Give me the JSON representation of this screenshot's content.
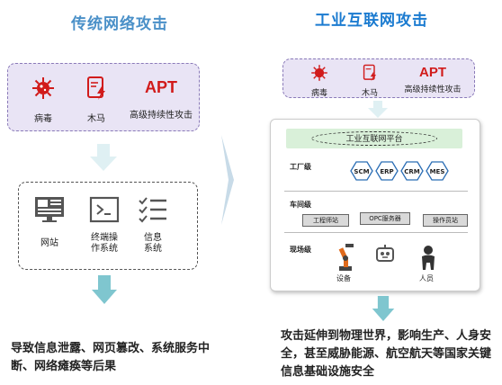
{
  "left": {
    "title": "传统网络攻击",
    "threats": [
      {
        "icon": "virus-icon",
        "label": "病毒"
      },
      {
        "icon": "trojan-icon",
        "label": "木马"
      },
      {
        "icon": "apt-text",
        "text": "APT",
        "label": "高级持续性攻击"
      }
    ],
    "systems": [
      {
        "icon": "website-icon",
        "label": "网站"
      },
      {
        "icon": "terminal-icon",
        "label": "终端操\n作系统"
      },
      {
        "icon": "info-system-icon",
        "label": "信息\n系统"
      }
    ],
    "result": "导致信息泄露、网页篡改、系统服务中断、网络瘫痪等后果"
  },
  "right": {
    "title": "工业互联网攻击",
    "threats": [
      {
        "icon": "virus-icon",
        "label": "病毒"
      },
      {
        "icon": "trojan-icon",
        "label": "木马"
      },
      {
        "icon": "apt-text",
        "text": "APT",
        "label": "高级持续性攻击"
      }
    ],
    "platform": "工业互联网平台",
    "levels": {
      "factory": {
        "label": "工厂级",
        "systems": [
          "SCM",
          "ERP",
          "CRM",
          "MES"
        ]
      },
      "workshop": {
        "label": "车间级",
        "stations": [
          "工程师站",
          "OPC服务器",
          "操作员站"
        ]
      },
      "field": {
        "label": "现场级",
        "items": [
          "设备",
          "人员"
        ]
      }
    },
    "result": "攻击延伸到物理世界，影响生产、人身安全，甚至威胁能源、航空航天等国家关键信息基础设施安全"
  },
  "colors": {
    "accent_red": "#d11b1b",
    "threat_bg": "#e9e4f5",
    "threat_border": "#8a7ab8",
    "title_blue": "#1b7bd0",
    "arrow_teal": "#7fc6cf",
    "platform_green": "#d9f0d9"
  }
}
